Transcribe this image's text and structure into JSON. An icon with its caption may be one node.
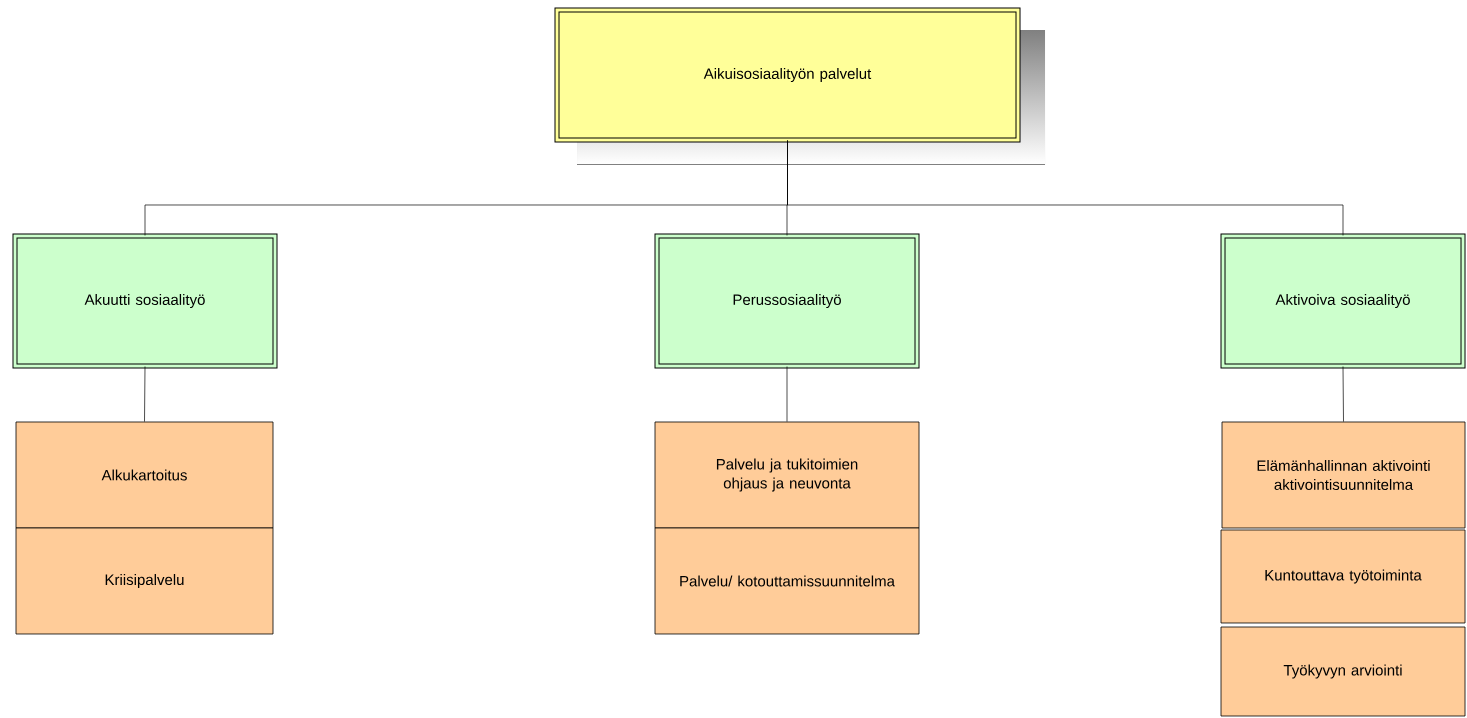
{
  "diagram": {
    "nodes": [
      {
        "text": [
          "Aikuisosiaalityön palvelut"
        ]
      },
      {
        "text": [
          "Akuutti sosiaalityö"
        ]
      },
      {
        "text": [
          "Perussosiaalityö"
        ]
      },
      {
        "text": [
          "Aktivoiva sosiaalityö"
        ]
      },
      {
        "text": [
          "Alkukartoitus"
        ]
      },
      {
        "text": [
          "Kriisipalvelu"
        ]
      },
      {
        "text": [
          "Palvelu ja tukitoimien ohjaus ja neuvonta"
        ]
      },
      {
        "text": [
          "Palvelu/ kotouttamissuunnitelma"
        ]
      },
      {
        "text": [
          "Elämänhallinnan aktivointi aktivointisuunnitelma"
        ]
      },
      {
        "text": [
          "Kuntouttava työtoiminta"
        ]
      },
      {
        "text": [
          "Työkyvyn arviointi"
        ]
      }
    ],
    "edges": [
      {
        "from": 0,
        "to": 1,
        "arrow": "none"
      },
      {
        "from": 0,
        "to": 2,
        "arrow": "none"
      },
      {
        "from": 0,
        "to": 3,
        "arrow": "none"
      },
      {
        "from": 1,
        "to": 4,
        "arrow": "none"
      },
      {
        "from": 2,
        "to": 6,
        "arrow": "none"
      },
      {
        "from": 3,
        "to": 8,
        "arrow": "none"
      }
    ]
  }
}
